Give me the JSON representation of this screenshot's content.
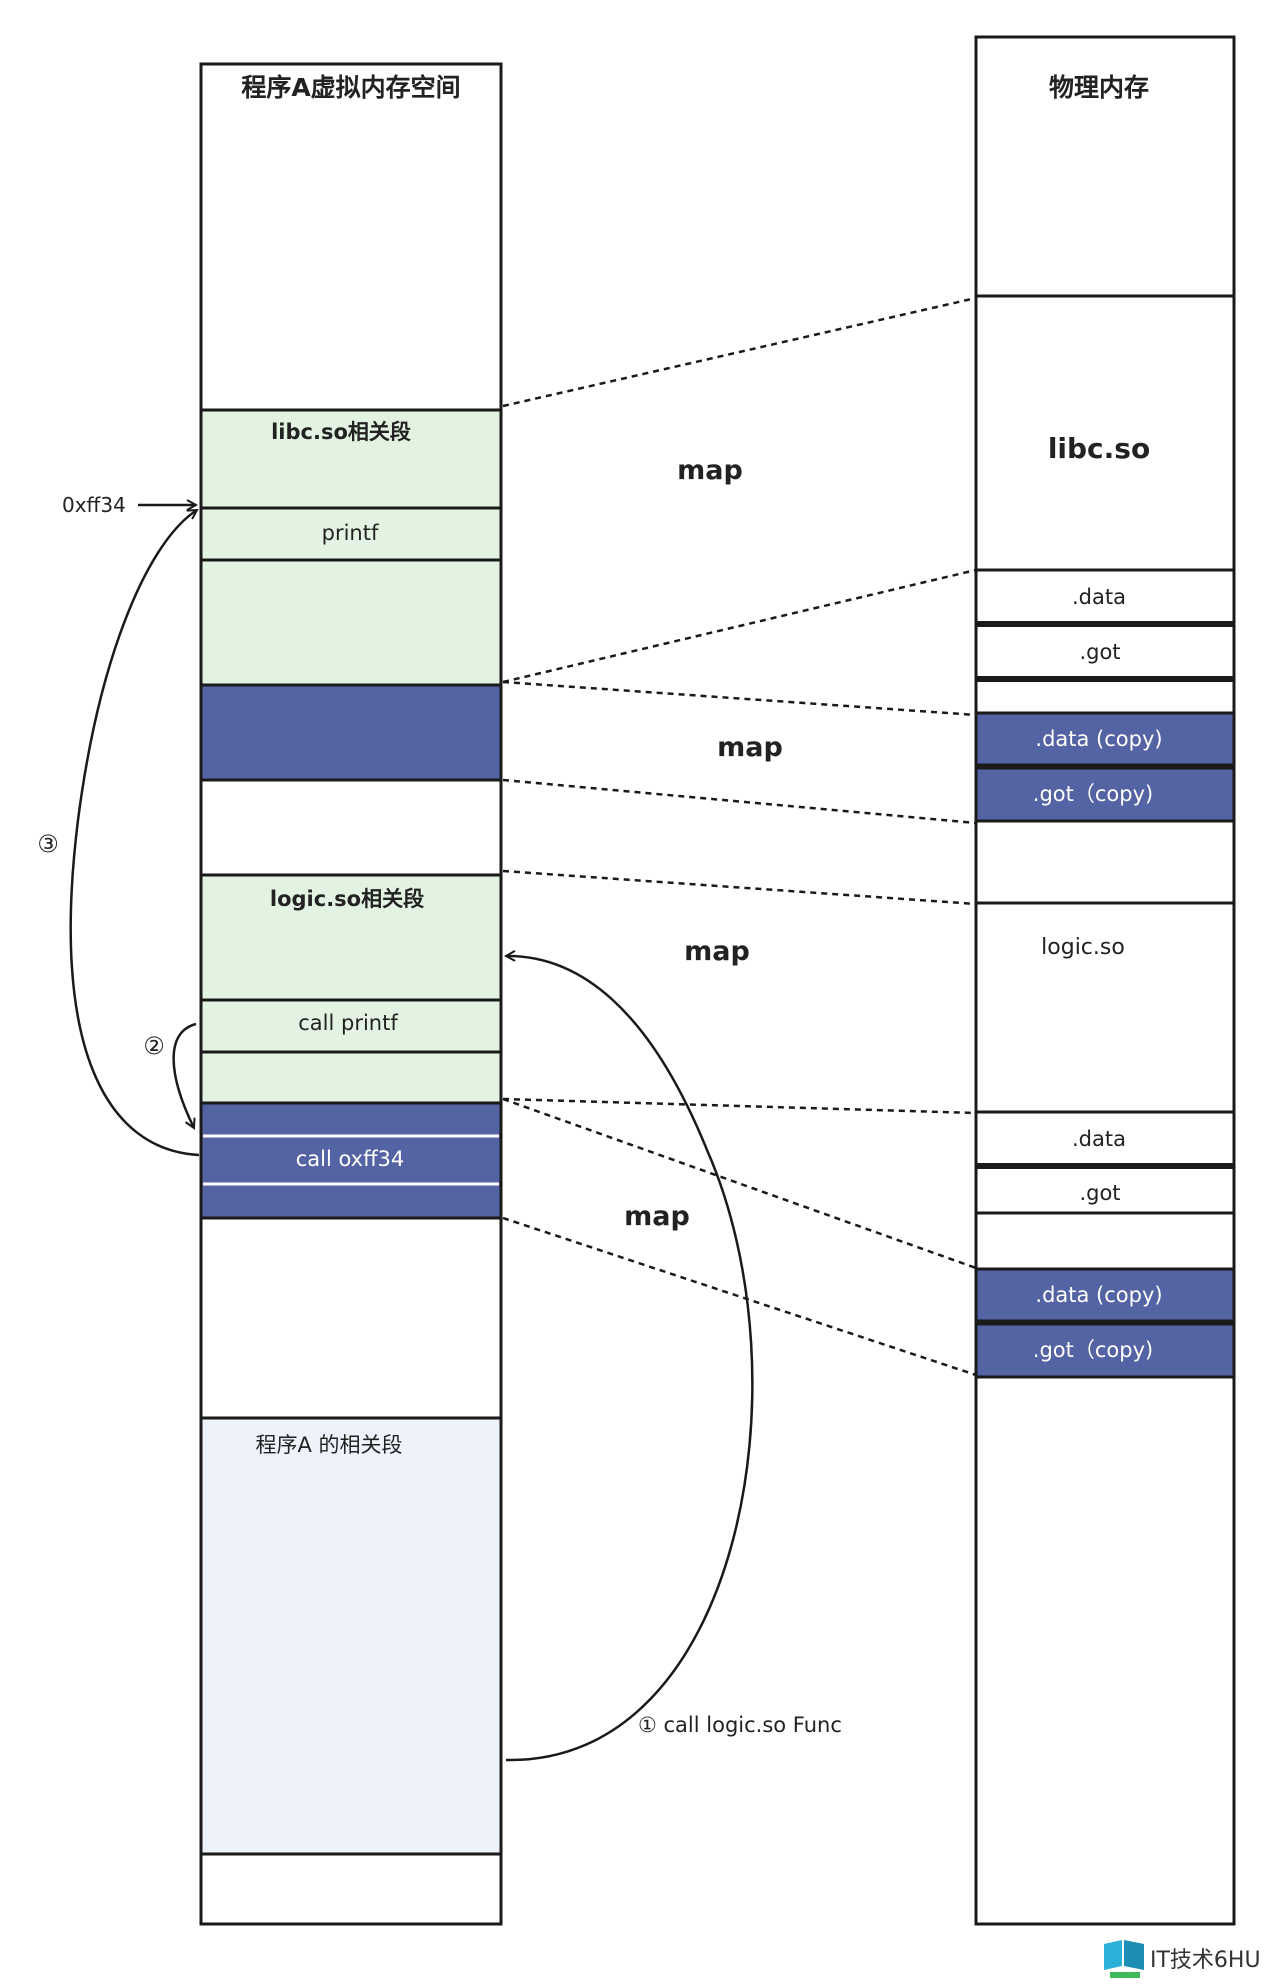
{
  "virtual_memory": {
    "title": "程序A虚拟内存空间",
    "libc_segment": "libc.so相关段",
    "printf": "printf",
    "logic_segment": "logic.so相关段",
    "call_printf": "call printf",
    "call_oxff34": "call oxff34",
    "program_segment": "程序A  的相关段"
  },
  "physical_memory": {
    "title": "物理内存",
    "libc": "libc.so",
    "libc_data": ".data",
    "libc_got": ".got",
    "libc_data_copy": ".data (copy)",
    "libc_got_copy": ".got（copy)",
    "logic": "logic.so",
    "logic_data": ".data",
    "logic_got": ".got",
    "logic_data_copy": ".data (copy)",
    "logic_got_copy": ".got（copy)"
  },
  "annotations": {
    "address": "0xff34",
    "step1": "① call logic.so Func",
    "step2": "②",
    "step3": "③",
    "map1": "map",
    "map2": "map",
    "map3": "map",
    "map4": "map"
  },
  "watermark": {
    "text": "IT技术6HU"
  },
  "colors": {
    "green_fill": "#e3f3e1",
    "blue_fill": "#5463a4",
    "light_fill": "#eef2fa",
    "stroke": "#1a1a1a"
  }
}
